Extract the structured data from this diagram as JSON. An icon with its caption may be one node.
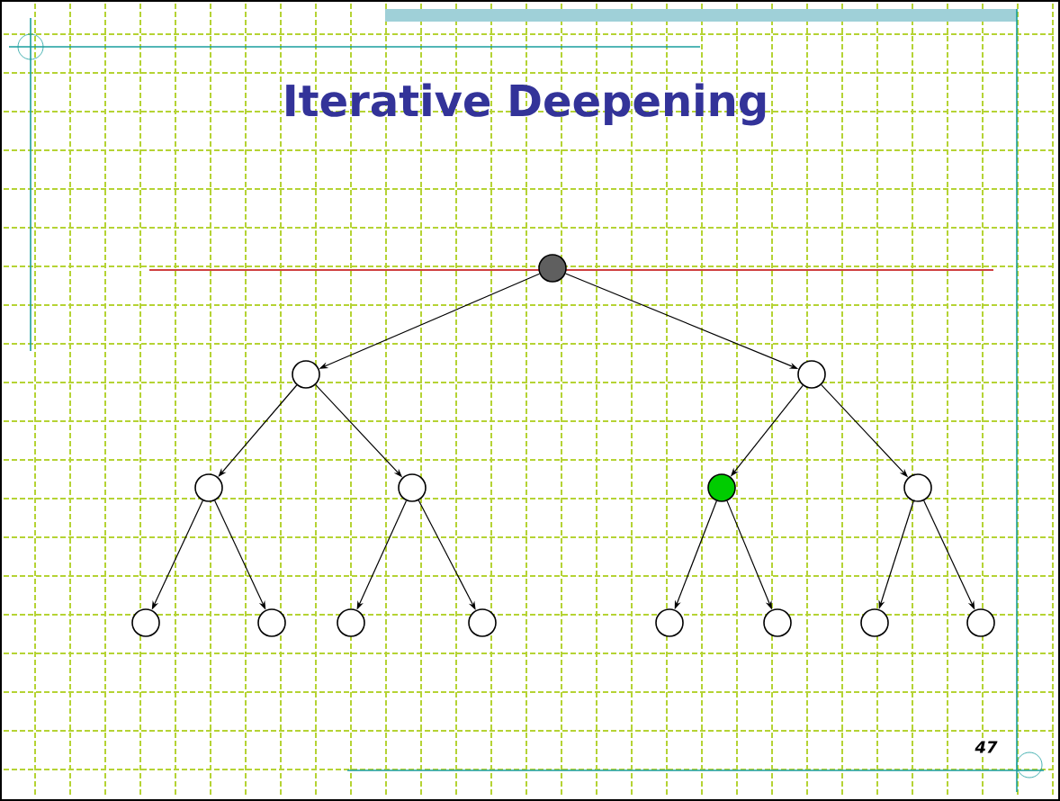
{
  "diagram": {
    "title": "Iterative Deepening",
    "nodes": [
      {
        "text": [],
        "shape": "circle"
      },
      {
        "text": [],
        "shape": "circle"
      },
      {
        "text": [],
        "shape": "circle"
      },
      {
        "text": [],
        "shape": "circle"
      },
      {
        "text": [],
        "shape": "circle"
      },
      {
        "text": [],
        "shape": "circle"
      },
      {
        "text": [],
        "shape": "circle"
      },
      {
        "text": [],
        "shape": "circle"
      },
      {
        "text": [],
        "shape": "circle"
      },
      {
        "text": [],
        "shape": "circle"
      },
      {
        "text": [],
        "shape": "circle"
      },
      {
        "text": [],
        "shape": "circle"
      },
      {
        "text": [],
        "shape": "circle"
      },
      {
        "text": [],
        "shape": "circle"
      },
      {
        "text": [],
        "shape": "circle"
      }
    ],
    "edges": [
      {
        "from": 0,
        "to": 1,
        "arrow": "to"
      },
      {
        "from": 0,
        "to": 2,
        "arrow": "to"
      },
      {
        "from": 1,
        "to": 3,
        "arrow": "to"
      },
      {
        "from": 1,
        "to": 4,
        "arrow": "to"
      },
      {
        "from": 2,
        "to": 5,
        "arrow": "to"
      },
      {
        "from": 2,
        "to": 6,
        "arrow": "to"
      },
      {
        "from": 3,
        "to": 7,
        "arrow": "to"
      },
      {
        "from": 3,
        "to": 8,
        "arrow": "to"
      },
      {
        "from": 4,
        "to": 9,
        "arrow": "to"
      },
      {
        "from": 4,
        "to": 10,
        "arrow": "to"
      },
      {
        "from": 5,
        "to": 11,
        "arrow": "to"
      },
      {
        "from": 5,
        "to": 12,
        "arrow": "to"
      },
      {
        "from": 6,
        "to": 13,
        "arrow": "to"
      },
      {
        "from": 6,
        "to": 14,
        "arrow": "to"
      }
    ],
    "labels": [
      "47"
    ]
  }
}
